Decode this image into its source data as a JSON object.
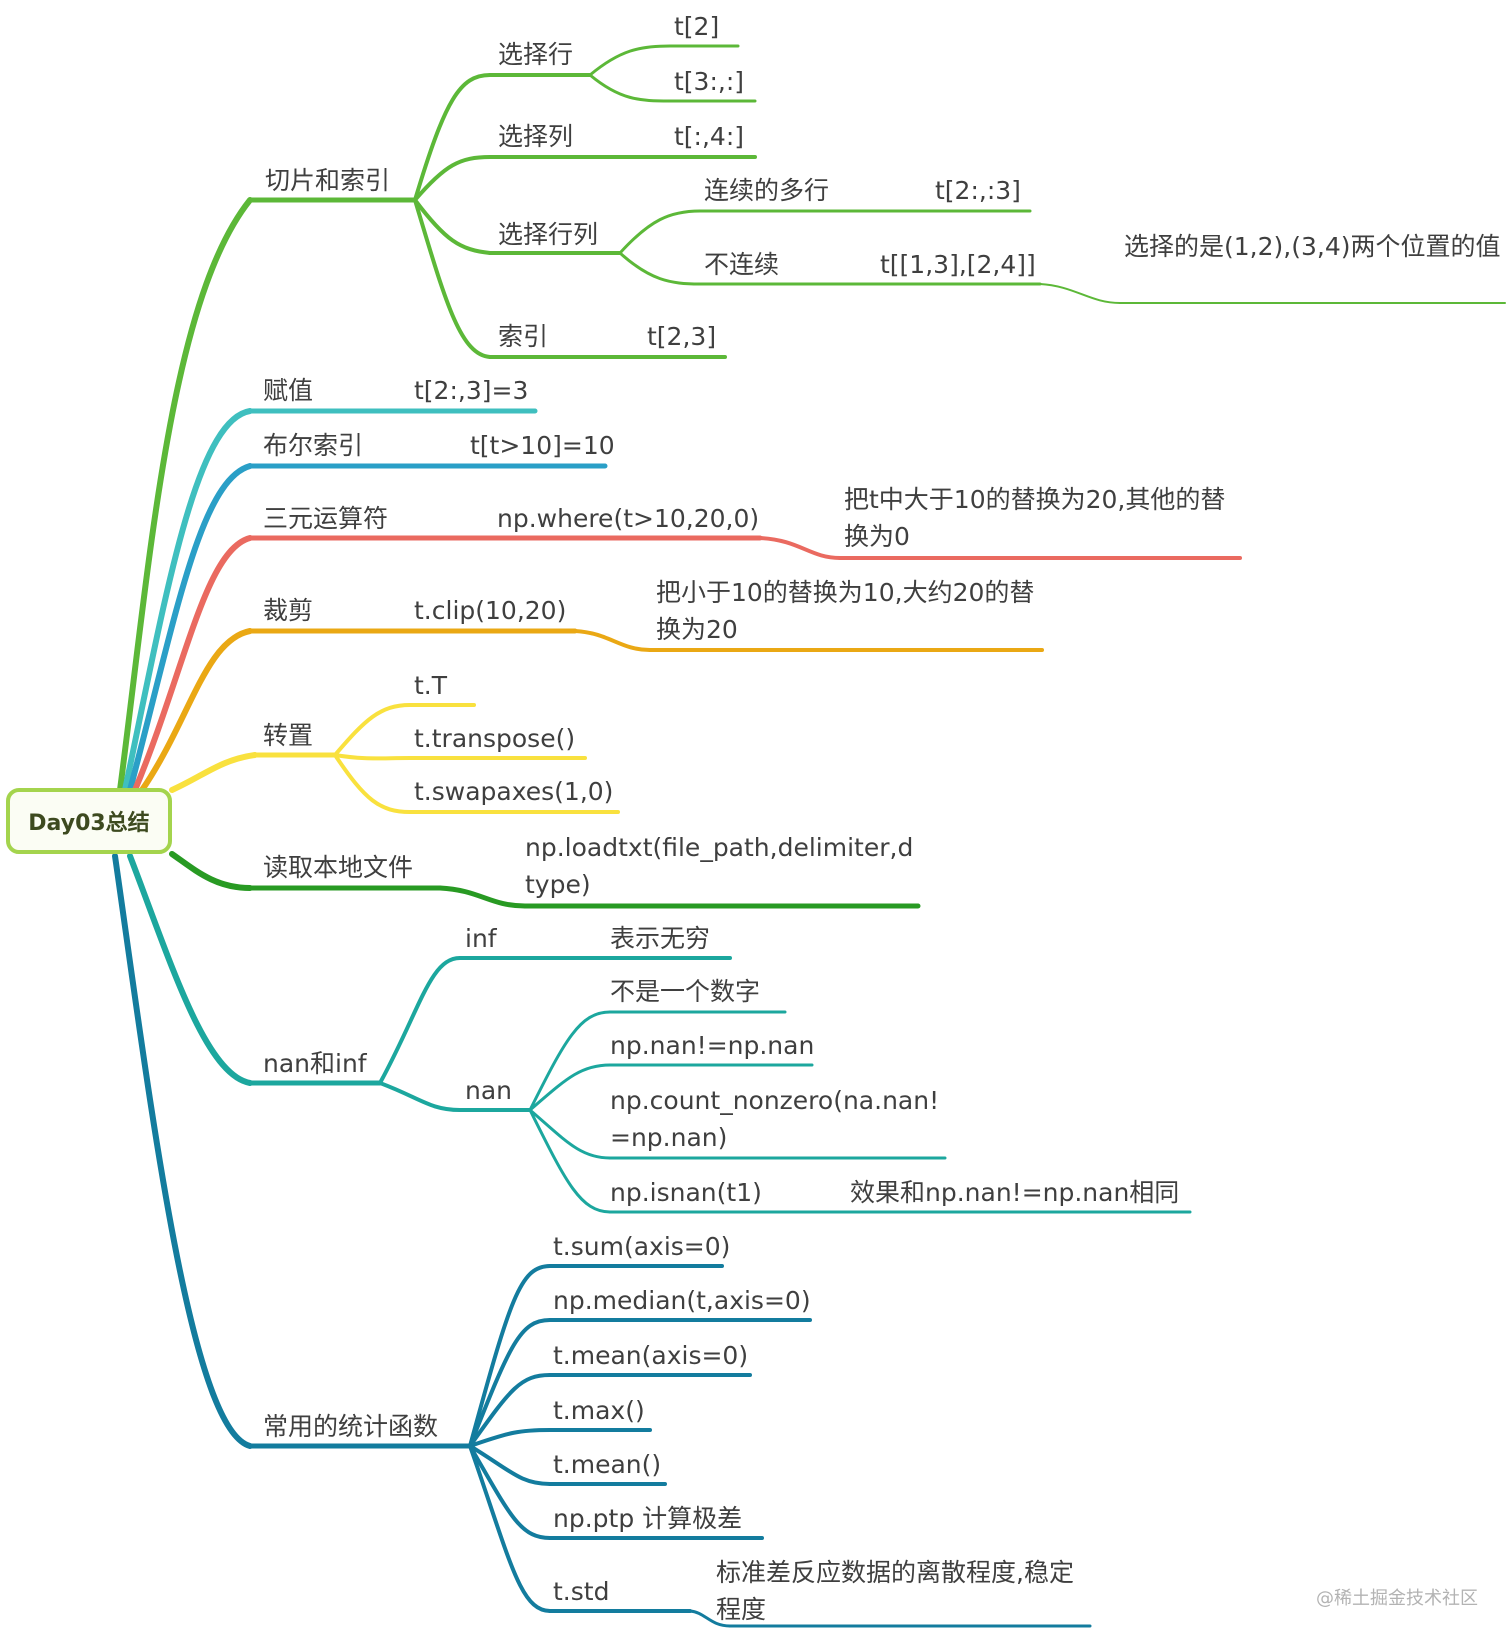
{
  "root": "Day03总结",
  "colors": {
    "green": "#5cb838",
    "teal_light": "#3fbfbf",
    "blue": "#2a9fc7",
    "red": "#ea6a60",
    "orange": "#eaa814",
    "yellow": "#f9e13e",
    "dark_green": "#289a23",
    "teal": "#1ca79e",
    "deep_teal": "#137c9e",
    "root_border": "#a4d44d"
  },
  "branches": {
    "slice": {
      "label": "切片和索引",
      "row": {
        "label": "选择行",
        "item1": "t[2]",
        "item2": "t[3:,:]"
      },
      "col": {
        "label": "选择列",
        "item": "t[:,4:]"
      },
      "rowcol": {
        "label": "选择行列",
        "cont": {
          "label": "连续的多行",
          "code": "t[2:,:3]"
        },
        "noncont": {
          "label": "不连续",
          "code": "t[[1,3],[2,4]]",
          "note": "选择的是(1,2),(3,4)两个位置的值"
        }
      },
      "index": {
        "label": "索引",
        "code": "t[2,3]"
      }
    },
    "assign": {
      "label": "赋值",
      "code": "t[2:,3]=3"
    },
    "bool": {
      "label": "布尔索引",
      "code": "t[t>10]=10"
    },
    "ternary": {
      "label": "三元运算符",
      "code": "np.where(t>10,20,0)",
      "note": "把t中大于10的替换为20,其他的替换为0"
    },
    "clip": {
      "label": "裁剪",
      "code": "t.clip(10,20)",
      "note": "把小于10的替换为10,大约20的替换为20"
    },
    "transpose": {
      "label": "转置",
      "item1": "t.T",
      "item2": "t.transpose()",
      "item3": "t.swapaxes(1,0)"
    },
    "read": {
      "label": "读取本地文件",
      "code": "np.loadtxt(file_path,delimiter,dtype)"
    },
    "naninf": {
      "label": "nan和inf",
      "inf": {
        "label": "inf",
        "note": "表示无穷"
      },
      "nan": {
        "label": "nan",
        "item1": "不是一个数字",
        "item2": "np.nan!=np.nan",
        "item3": "np.count_nonzero(na.nan!=np.nan)",
        "item4": "np.isnan(t1)",
        "item4_note": "效果和np.nan!=np.nan相同"
      }
    },
    "stats": {
      "label": "常用的统计函数",
      "item1": "t.sum(axis=0)",
      "item2": "np.median(t,axis=0)",
      "item3": "t.mean(axis=0)",
      "item4": "t.max()",
      "item5": "t.mean()",
      "item6": "np.ptp 计算极差",
      "item7": "t.std",
      "item7_note": "标准差反应数据的离散程度,稳定程度"
    }
  },
  "watermark": "@稀土掘金技术社区"
}
